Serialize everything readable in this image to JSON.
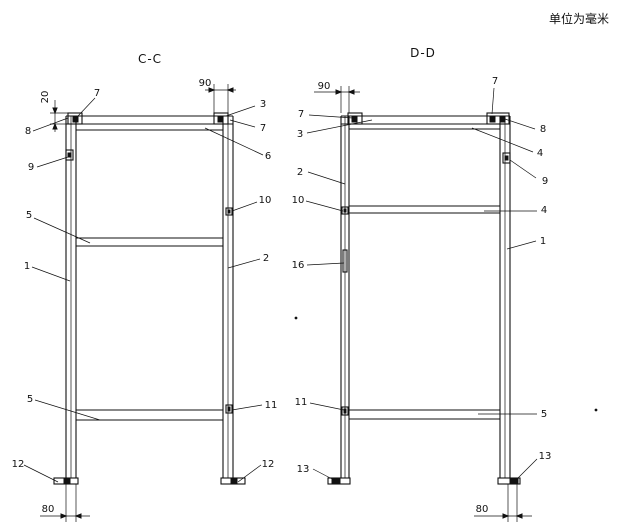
{
  "unit_note": "单位为毫米",
  "views": [
    {
      "title": "C-C",
      "dims": {
        "top_width": "90",
        "side_height": "20",
        "bottom_width": "80"
      },
      "callouts": [
        "8",
        "7",
        "3",
        "7",
        "9",
        "6",
        "10",
        "5",
        "2",
        "1",
        "5",
        "11",
        "12",
        "12"
      ]
    },
    {
      "title": "D-D",
      "dims": {
        "top_width": "90",
        "bottom_width": "80"
      },
      "callouts": [
        "7",
        "7",
        "8",
        "3",
        "4",
        "2",
        "9",
        "10",
        "4",
        "1",
        "16",
        "11",
        "5",
        "13",
        "13"
      ]
    }
  ]
}
